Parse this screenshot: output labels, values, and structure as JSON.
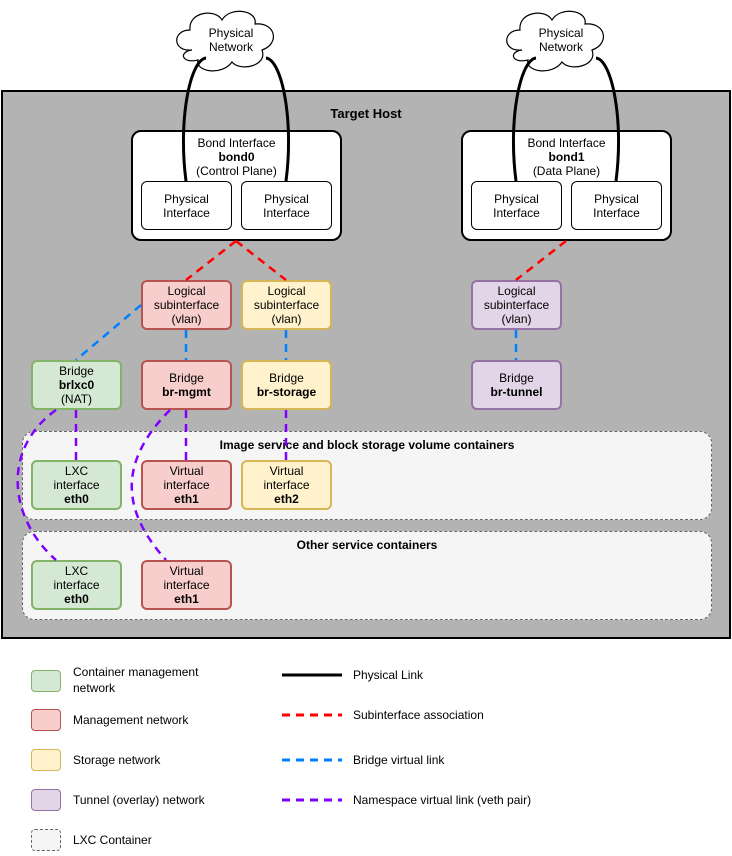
{
  "clouds": {
    "left": {
      "line1": "Physical",
      "line2": "Network"
    },
    "right": {
      "line1": "Physical",
      "line2": "Network"
    }
  },
  "host": {
    "title": "Target Host"
  },
  "bond0": {
    "line1": "Bond Interface",
    "name": "bond0",
    "line3": "(Control Plane)",
    "phys": [
      {
        "l1": "Physical",
        "l2": "Interface"
      },
      {
        "l1": "Physical",
        "l2": "Interface"
      }
    ]
  },
  "bond1": {
    "line1": "Bond Interface",
    "name": "bond1",
    "line3": "(Data Plane)",
    "phys": [
      {
        "l1": "Physical",
        "l2": "Interface"
      },
      {
        "l1": "Physical",
        "l2": "Interface"
      }
    ]
  },
  "subif": [
    {
      "l1": "Logical",
      "l2": "subinterface",
      "l3": "(vlan)"
    },
    {
      "l1": "Logical",
      "l2": "subinterface",
      "l3": "(vlan)"
    },
    {
      "l1": "Logical",
      "l2": "subinterface",
      "l3": "(vlan)"
    }
  ],
  "bridges": [
    {
      "l1": "Bridge",
      "name": "brlxc0",
      "l3": "(NAT)"
    },
    {
      "l1": "Bridge",
      "name": "br-mgmt"
    },
    {
      "l1": "Bridge",
      "name": "br-storage"
    },
    {
      "l1": "Bridge",
      "name": "br-tunnel"
    }
  ],
  "containers": {
    "image": {
      "title": "Image service and block storage volume containers",
      "ifaces": [
        {
          "l1": "LXC",
          "l2": "interface",
          "name": "eth0"
        },
        {
          "l1": "Virtual",
          "l2": "interface",
          "name": "eth1"
        },
        {
          "l1": "Virtual",
          "l2": "interface",
          "name": "eth2"
        }
      ]
    },
    "other": {
      "title": "Other service containers",
      "ifaces": [
        {
          "l1": "LXC",
          "l2": "interface",
          "name": "eth0"
        },
        {
          "l1": "Virtual",
          "l2": "interface",
          "name": "eth1"
        }
      ]
    }
  },
  "legend": {
    "networks": [
      {
        "line1": "Container management",
        "line2": "network",
        "color": "#d5e8d4"
      },
      {
        "line1": "Management network",
        "color": "#f8cecc"
      },
      {
        "line1": "Storage network",
        "color": "#fff2cc"
      },
      {
        "line1": "Tunnel (overlay) network",
        "color": "#e1d5e7"
      },
      {
        "line1": "LXC Container",
        "color": "#f5f5f5"
      }
    ],
    "links": [
      {
        "label": "Physical Link",
        "color": "#000000",
        "style": "solid"
      },
      {
        "label": "Subinterface association",
        "color": "#ff0000",
        "style": "dashed"
      },
      {
        "label": "Bridge virtual link",
        "color": "#007fff",
        "style": "dashed"
      },
      {
        "label": "Namespace virtual link (veth pair)",
        "color": "#7f00ff",
        "style": "dashed"
      }
    ]
  },
  "colors": {
    "host_bg": "#b3b3b3",
    "subinterface_link": "#ff0000",
    "bridge_link": "#007fff",
    "veth_link": "#7f00ff"
  }
}
